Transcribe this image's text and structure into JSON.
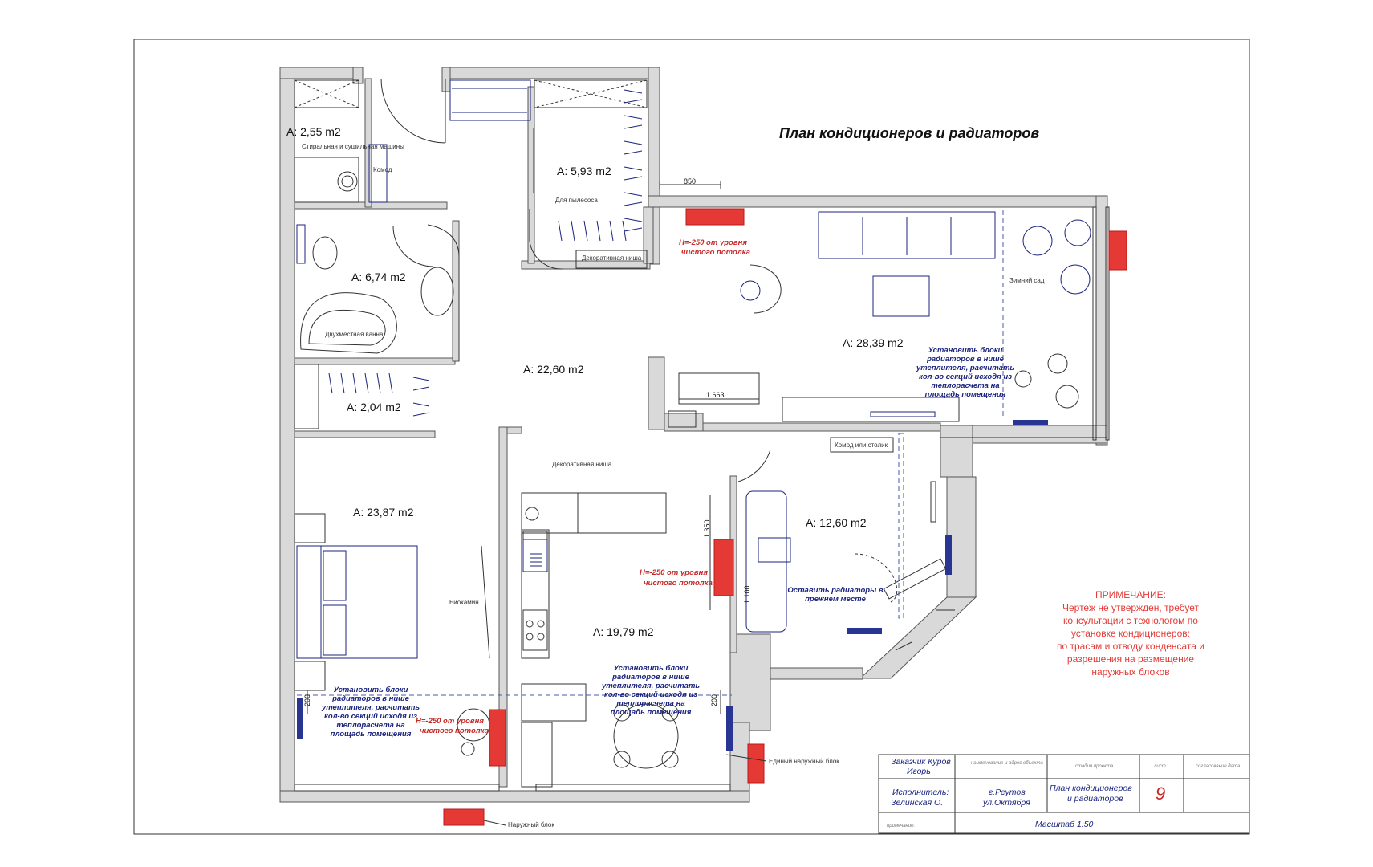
{
  "title": "План кондиционеров и радиаторов",
  "rooms": [
    {
      "id": "laundry",
      "area": "A: 2,55 m2"
    },
    {
      "id": "closet",
      "area": "A: 5,93 m2"
    },
    {
      "id": "bathroom",
      "area": "A: 6,74 m2"
    },
    {
      "id": "hall",
      "area": "A: 22,60 m2"
    },
    {
      "id": "living",
      "area": "A: 28,39 m2"
    },
    {
      "id": "wardrobe",
      "area": "A: 2,04 m2"
    },
    {
      "id": "bedroom",
      "area": "A: 23,87 m2"
    },
    {
      "id": "study",
      "area": "A: 12,60 m2"
    },
    {
      "id": "kitchen",
      "area": "A: 19,79 m2"
    }
  ],
  "labels": {
    "washer": "Стиральная и сушильная машины",
    "komod": "Комод",
    "vacuum": "Для пылесоса",
    "niche1": "Декоративная ниша",
    "niche2": "Декоративная ниша",
    "bath": "Двухместная ванна",
    "garden": "Зимний сад",
    "biofire": "Биокамин",
    "komod_table": "Комод или столик",
    "single_outdoor": "Единый наружный блок",
    "outdoor": "Наружный блок"
  },
  "dims": {
    "d850": "850",
    "d1663": "1 663",
    "d1350": "1 350",
    "d1100": "1 100",
    "d200a": "200",
    "d200b": "200"
  },
  "notes": {
    "h250": [
      "Н=-250 от уровня",
      "чистого потолка"
    ],
    "install": [
      "Установить блоки",
      "радиаторов в нише",
      "утеплителя, расчитать",
      "кол-во секций исходя из",
      "теплорасчета   на",
      "площадь помещения"
    ],
    "keep": [
      "Оставить радиаторы в",
      "прежнем месте"
    ]
  },
  "remark": {
    "heading": "ПРИМЕЧАНИЕ:",
    "lines": [
      "Чертеж не утвержден, требует",
      "консультации с  технологом  по",
      "установке кондиционеров:",
      "по трасам и отводу конденсата и",
      "разрешения на размещение",
      "наружных блоков"
    ]
  },
  "stamp": {
    "customer": [
      "Заказчик Куров",
      "Игорь"
    ],
    "executor": [
      "Исполнитель:",
      "Зелинская О."
    ],
    "address": [
      "г.Реутов",
      "ул.Октября"
    ],
    "plan": [
      "План кондиционеров",
      "и радиаторов"
    ],
    "sheet": "9",
    "scale": "Масштаб 1:50",
    "h1": "наименование и адрес объекта",
    "h2": "стадия проекта",
    "h3": "лист",
    "h4": "согласование дата",
    "remarks": "примечание:"
  }
}
